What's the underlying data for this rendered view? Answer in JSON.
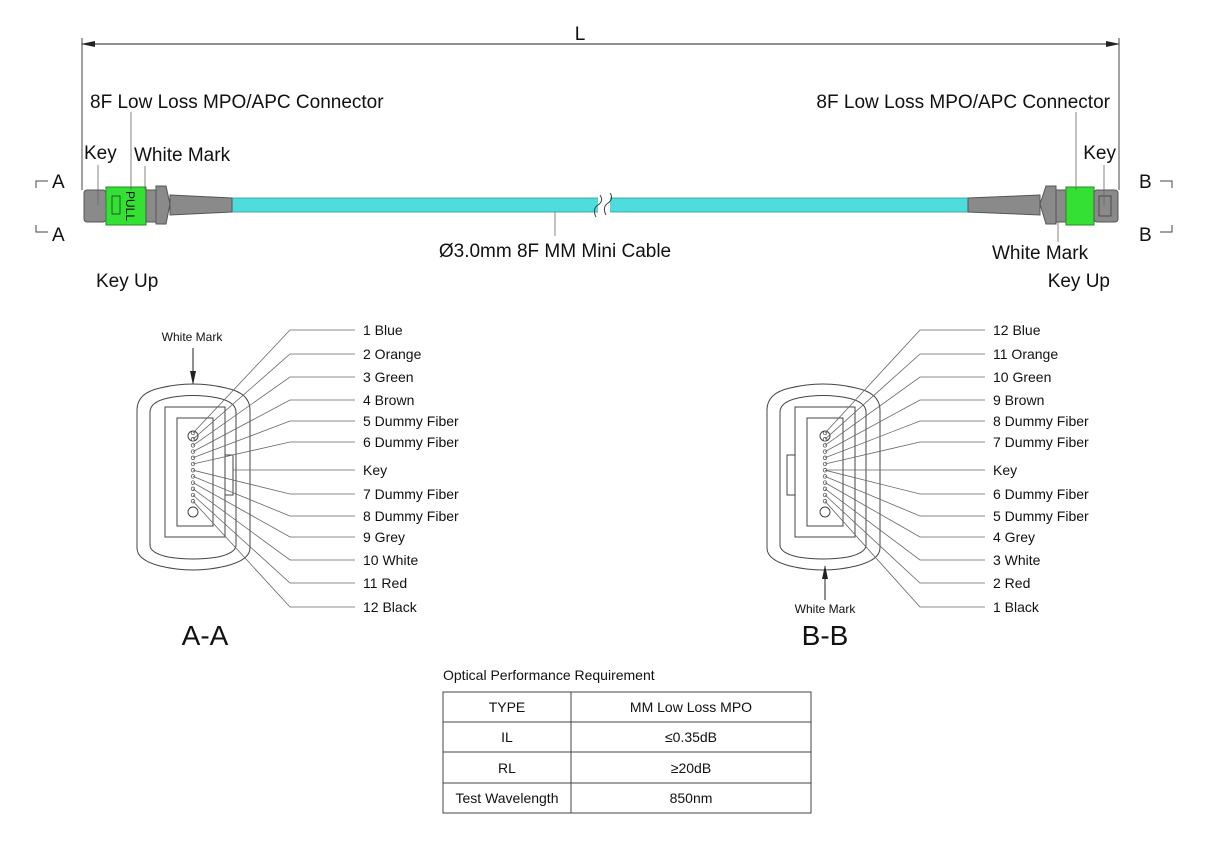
{
  "dimension_label": "L",
  "left": {
    "connector_label": "8F Low Loss MPO/APC Connector",
    "key_label": "Key",
    "white_mark_label": "White Mark",
    "key_up_label": "Key Up",
    "section_marker": "A",
    "section_title": "A-A",
    "face_white_mark": "White Mark",
    "pins": [
      "1 Blue",
      "2 Orange",
      "3 Green",
      "4 Brown",
      "5 Dummy Fiber",
      "6 Dummy Fiber",
      "Key",
      "7 Dummy Fiber",
      "8 Dummy Fiber",
      "9 Grey",
      "10 White",
      "11 Red",
      "12 Black"
    ]
  },
  "right": {
    "connector_label": "8F Low Loss MPO/APC Connector",
    "key_label": "Key",
    "white_mark_label": "White Mark",
    "key_up_label": "Key  Up",
    "section_marker": "B",
    "section_title": "B-B",
    "face_white_mark": "White Mark",
    "pins": [
      "12 Blue",
      "11 Orange",
      "10 Green",
      "9 Brown",
      "8 Dummy Fiber",
      "7 Dummy Fiber",
      "Key",
      "6 Dummy Fiber",
      "5 Dummy Fiber",
      "4 Grey",
      "3 White",
      "2 Red",
      "1 Black"
    ]
  },
  "connector_pull_text": "PULL",
  "cable_label": "Ø3.0mm 8F MM Mini Cable",
  "colors": {
    "cable": "#4fdcdc",
    "latch": "#33e033",
    "body": "#8a8a8a"
  },
  "table": {
    "title": "Optical Performance Requirement",
    "rows": [
      [
        "TYPE",
        "MM Low Loss MPO"
      ],
      [
        "IL",
        "≤0.35dB"
      ],
      [
        "RL",
        "≥20dB"
      ],
      [
        "Test Wavelength",
        "850nm"
      ]
    ]
  }
}
